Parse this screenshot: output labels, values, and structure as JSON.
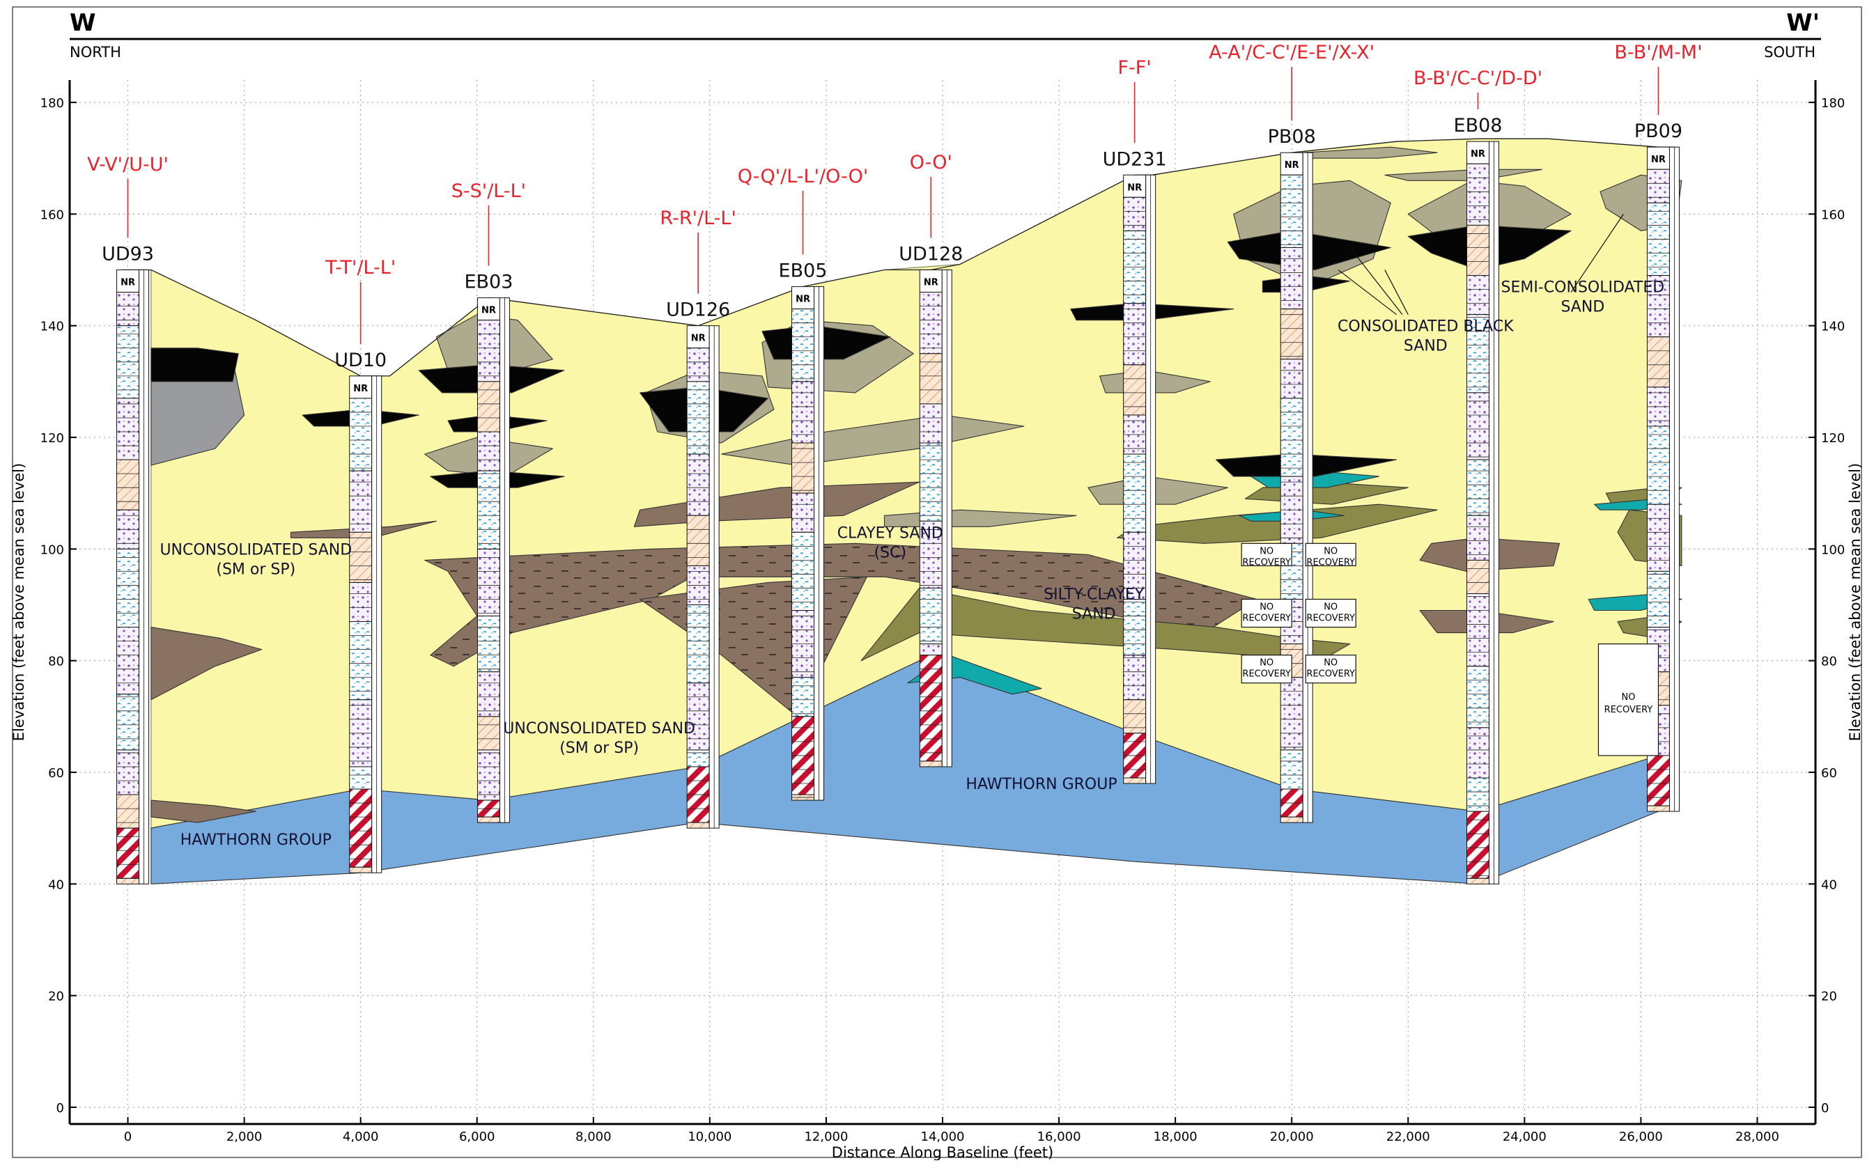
{
  "header": {
    "left_letter": "W",
    "right_letter": "W'",
    "left_direction": "NORTH",
    "right_direction": "SOUTH"
  },
  "axes": {
    "ylabel": "Elevation (feet above mean sea level)",
    "xlabel": "Distance Along Baseline (feet)",
    "ylim": [
      -3,
      184
    ],
    "xlim": [
      -1000,
      29000
    ],
    "yticks": [
      "0",
      "20",
      "40",
      "60",
      "80",
      "100",
      "120",
      "140",
      "160",
      "180"
    ],
    "xticks": [
      "0",
      "2,000",
      "4,000",
      "6,000",
      "8,000",
      "10,000",
      "12,000",
      "14,000",
      "16,000",
      "18,000",
      "20,000",
      "22,000",
      "24,000",
      "26,000",
      "28,000"
    ],
    "grid": true
  },
  "colors": {
    "unconsolidated_sand": "#fbf7a8",
    "hawthorn": "#77aadd",
    "clayey_sand": "#8a7262",
    "silty_clayey": "#8b8a48",
    "semi_consolidated": "#aeaa8d",
    "black_sand": "#050505",
    "teal": "#11aaaa",
    "gray_lens": "#9a9b9e",
    "callout_red": "#e8222a"
  },
  "sections": [
    {
      "label": "V-V'/U-U'"
    },
    {
      "label": "T-T'/L-L'"
    },
    {
      "label": "S-S'/L-L'"
    },
    {
      "label": "R-R'/L-L'"
    },
    {
      "label": "Q-Q'/L-L'/O-O'"
    },
    {
      "label": "O-O'"
    },
    {
      "label": "F-F'"
    },
    {
      "label": "A-A'/C-C'/E-E'/X-X'"
    },
    {
      "label": "B-B'/C-C'/D-D'"
    },
    {
      "label": "B-B'/M-M'"
    }
  ],
  "boreholes": [
    {
      "name": "UD93",
      "x": 0,
      "top": 150,
      "bottom": 40,
      "hawthorn_top": 50
    },
    {
      "name": "UD10",
      "x": 4000,
      "top": 131,
      "bottom": 42,
      "hawthorn_top": 57
    },
    {
      "name": "EB03",
      "x": 6200,
      "top": 145,
      "bottom": 51,
      "hawthorn_top": 55
    },
    {
      "name": "UD126",
      "x": 9800,
      "top": 140,
      "bottom": 50,
      "hawthorn_top": 61
    },
    {
      "name": "EB05",
      "x": 11600,
      "top": 147,
      "bottom": 55,
      "hawthorn_top": 70
    },
    {
      "name": "UD128",
      "x": 13800,
      "top": 150,
      "bottom": 61,
      "hawthorn_top": 81
    },
    {
      "name": "UD231",
      "x": 17300,
      "top": 167,
      "bottom": 58,
      "hawthorn_top": 67
    },
    {
      "name": "PB08",
      "x": 20000,
      "top": 171,
      "bottom": 51,
      "hawthorn_top": 57
    },
    {
      "name": "EB08",
      "x": 23200,
      "top": 173,
      "bottom": 40,
      "hawthorn_top": 53
    },
    {
      "name": "PB09",
      "x": 26300,
      "top": 172,
      "bottom": 53,
      "hawthorn_top": 63
    }
  ],
  "labels": {
    "unconsolidated_1": "UNCONSOLIDATED SAND",
    "unconsolidated_1b": "(SM or SP)",
    "unconsolidated_2": "UNCONSOLIDATED SAND",
    "unconsolidated_2b": "(SM or SP)",
    "hawthorn_1": "HAWTHORN GROUP",
    "hawthorn_2": "HAWTHORN GROUP",
    "clayey": "CLAYEY SAND",
    "clayey_b": "(SC)",
    "silty": "SILTY-CLAYEY",
    "silty_b": "SAND",
    "black": "CONSOLIDATED BLACK",
    "black_b": "SAND",
    "semi": "SEMI-CONSOLIDATED",
    "semi_b": "SAND",
    "nr": "NR",
    "no": "NO",
    "recovery": "RECOVERY"
  }
}
